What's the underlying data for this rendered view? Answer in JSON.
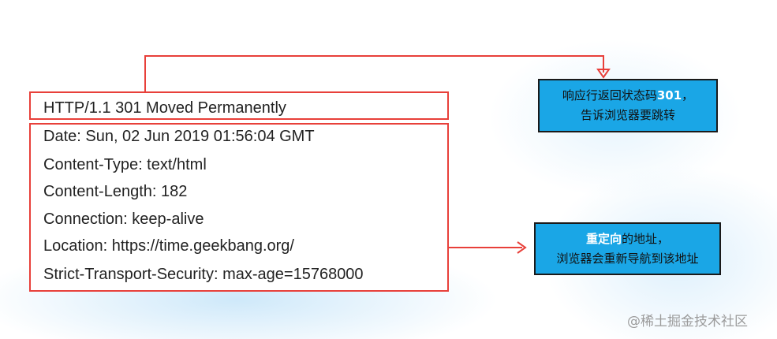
{
  "response": {
    "status_line": "HTTP/1.1 301 Moved Permanently",
    "headers": [
      "Date: Sun, 02 Jun 2019 01:56:04 GMT",
      "Content-Type: text/html",
      "Content-Length: 182",
      "Connection: keep-alive",
      "Location: https://time.geekbang.org/",
      "Strict-Transport-Security: max-age=15768000"
    ]
  },
  "notes": {
    "status_note": {
      "line1_prefix": "响应行返回状态码",
      "line1_code": "301",
      "line1_suffix": "，",
      "line2": "告诉浏览器要跳转"
    },
    "location_note": {
      "line1_highlight": "重定向",
      "line1_suffix": "的地址，",
      "line2": "浏览器会重新导航到该地址"
    }
  },
  "watermark": "@稀土掘金技术社区",
  "colors": {
    "arrow": "#e8403a",
    "box_border": "#e8403a",
    "note_bg": "#1aa6e6",
    "note_highlight": "#ffffff"
  }
}
